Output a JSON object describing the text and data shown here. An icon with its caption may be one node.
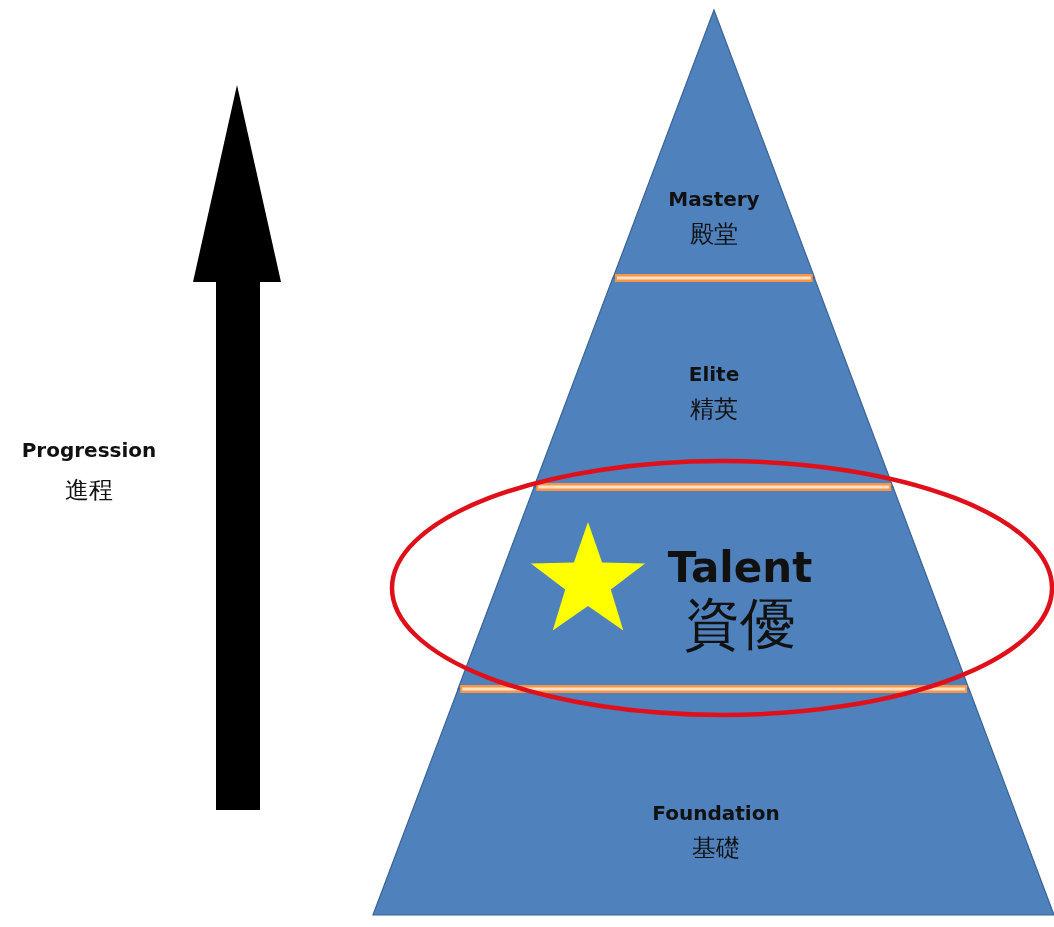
{
  "diagram": {
    "nodes": [
      {
        "text": [
          "Mastery",
          "殿堂"
        ]
      },
      {
        "text": [
          "Elite",
          "精英"
        ]
      },
      {
        "text": [
          "Talent",
          "資優"
        ]
      },
      {
        "text": [
          "Foundation",
          "基礎"
        ]
      }
    ],
    "labels": [
      "Progression",
      "進程"
    ]
  }
}
